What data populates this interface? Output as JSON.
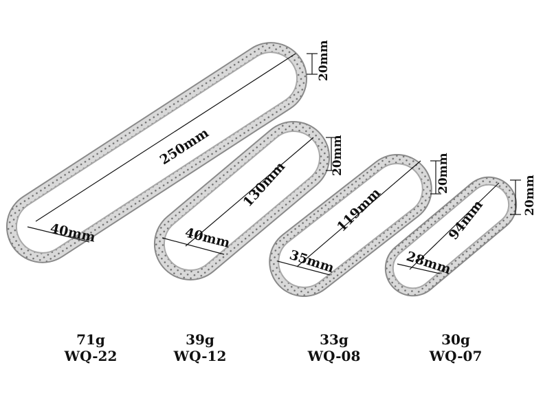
{
  "colors": {
    "steel_light": "#e4e4e4",
    "steel_mid": "#b9b9b9",
    "steel_dark": "#8a8a8a",
    "perforation": "#6e6e6e",
    "text": "#111111",
    "background": "#ffffff"
  },
  "rings": [
    {
      "id": "wq-22",
      "length_label": "250mm",
      "width_label": "40mm",
      "height_label": "20mm",
      "weight": "71g",
      "model": "WQ-22"
    },
    {
      "id": "wq-12",
      "length_label": "130mm",
      "width_label": "40mm",
      "height_label": "20mm",
      "weight": "39g",
      "model": "WQ-12"
    },
    {
      "id": "wq-08",
      "length_label": "119mm",
      "width_label": "35mm",
      "height_label": "20mm",
      "weight": "33g",
      "model": "WQ-08"
    },
    {
      "id": "wq-07",
      "length_label": "94mm",
      "width_label": "28mm",
      "height_label": "20mm",
      "weight": "30g",
      "model": "WQ-07"
    }
  ]
}
